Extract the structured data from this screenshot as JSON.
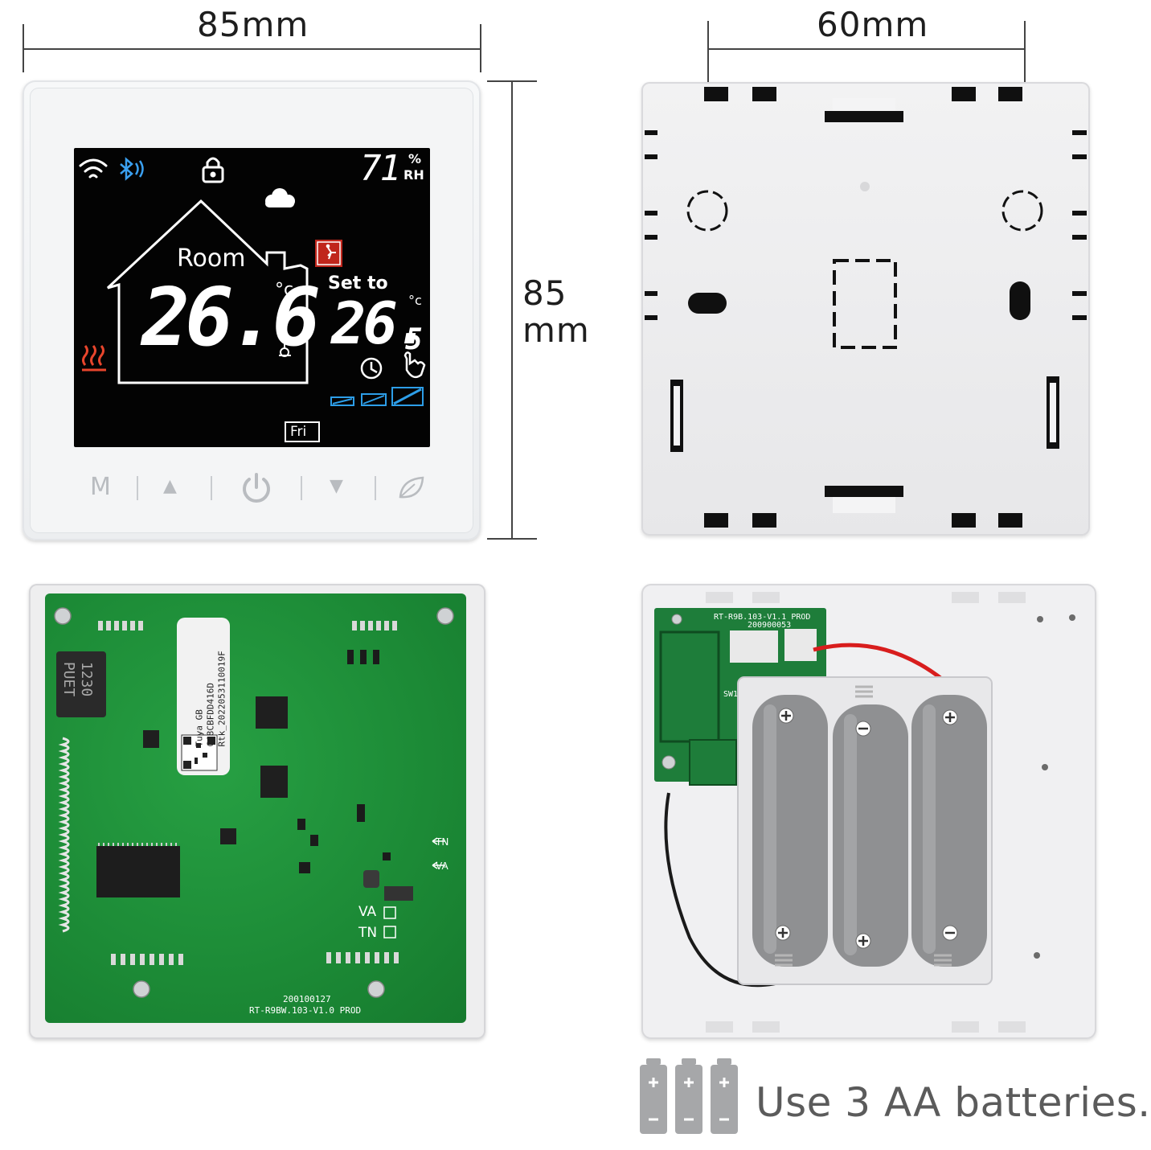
{
  "dimensions": {
    "front_width": "85mm",
    "back_hole_spacing": "60mm",
    "height_value": "85",
    "height_unit": "mm"
  },
  "lcd": {
    "humidity_value": "71",
    "humidity_unit_pct": "%",
    "humidity_unit_rh": "RH",
    "room_label": "Room",
    "room_temp": "26.6",
    "room_temp_unit": "°c",
    "set_label": "Set to",
    "set_temp_main": "26.",
    "set_temp_decimal": "5",
    "set_temp_unit": "°c",
    "day": "Fri"
  },
  "touch_keys": {
    "mode": "M",
    "up": "▲",
    "power": "⏻",
    "down": "▼",
    "eco": "eco"
  },
  "pcb": {
    "sticker_line1": "Tuya GB",
    "sticker_line2": "CC8CBFDD416D",
    "sticker_line3": "Rtk_2022053110019F",
    "inductor_text": "1230",
    "inductor_text2": "PUET",
    "label_va": "VA",
    "label_tn": "TN",
    "arrow_tn": "TN",
    "arrow_va": "VA",
    "board_date": "200100127",
    "board_model": "RT-R9BW.103-V1.0  PROD"
  },
  "battery_board": {
    "model": "RT-R9B.103-V1.1  PROD",
    "code": "200900053",
    "sw_label": "SW1"
  },
  "caption": {
    "text": "Use 3 AA batteries."
  },
  "colors": {
    "lcd_background": "#030303",
    "heat_icon": "#e8452c",
    "level_bars": "#2d9ee8",
    "pcb_green": "#1f8f39",
    "battery_gray": "#8f9092"
  }
}
